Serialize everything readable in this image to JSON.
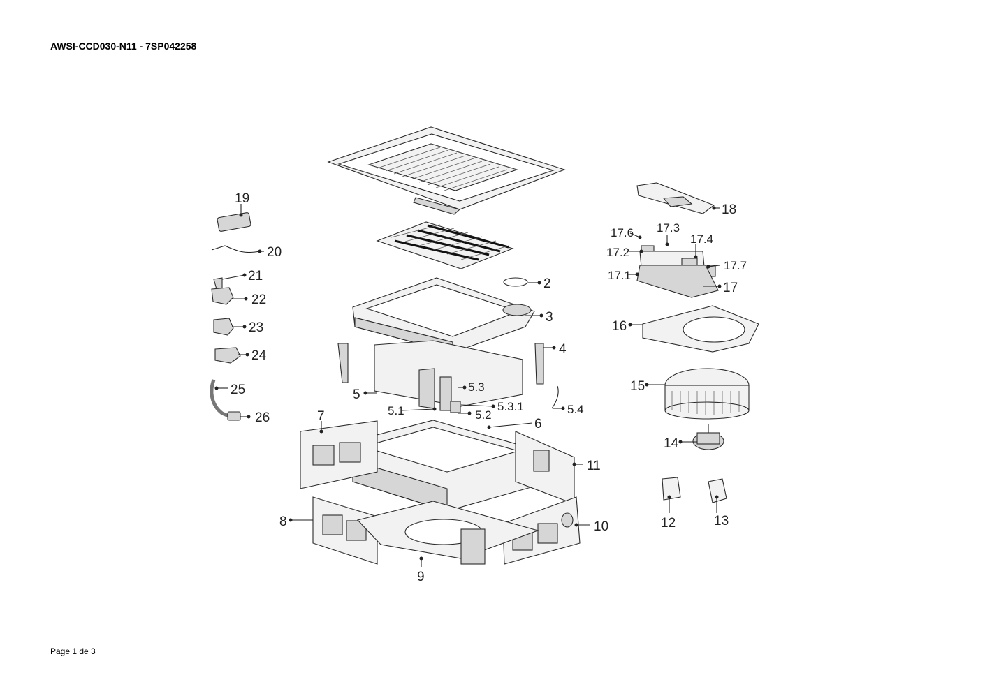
{
  "document": {
    "title": "AWSI-CCD030-N11 - 7SP042258",
    "footer": "Page 1 de 3"
  },
  "callouts": {
    "c2": "2",
    "c3": "3",
    "c4": "4",
    "c5": "5",
    "c5_1": "5.1",
    "c5_2": "5.2",
    "c5_3": "5.3",
    "c5_3_1": "5.3.1",
    "c5_4": "5.4",
    "c6": "6",
    "c7": "7",
    "c8": "8",
    "c9": "9",
    "c10": "10",
    "c11": "11",
    "c12": "12",
    "c13": "13",
    "c14": "14",
    "c15": "15",
    "c16": "16",
    "c17": "17",
    "c17_1": "17.1",
    "c17_2": "17.2",
    "c17_3": "17.3",
    "c17_4": "17.4",
    "c17_6": "17.6",
    "c17_7": "17.7",
    "c18": "18",
    "c19": "19",
    "c20": "20",
    "c21": "21",
    "c22": "22",
    "c23": "23",
    "c24": "24",
    "c25": "25",
    "c26": "26"
  }
}
